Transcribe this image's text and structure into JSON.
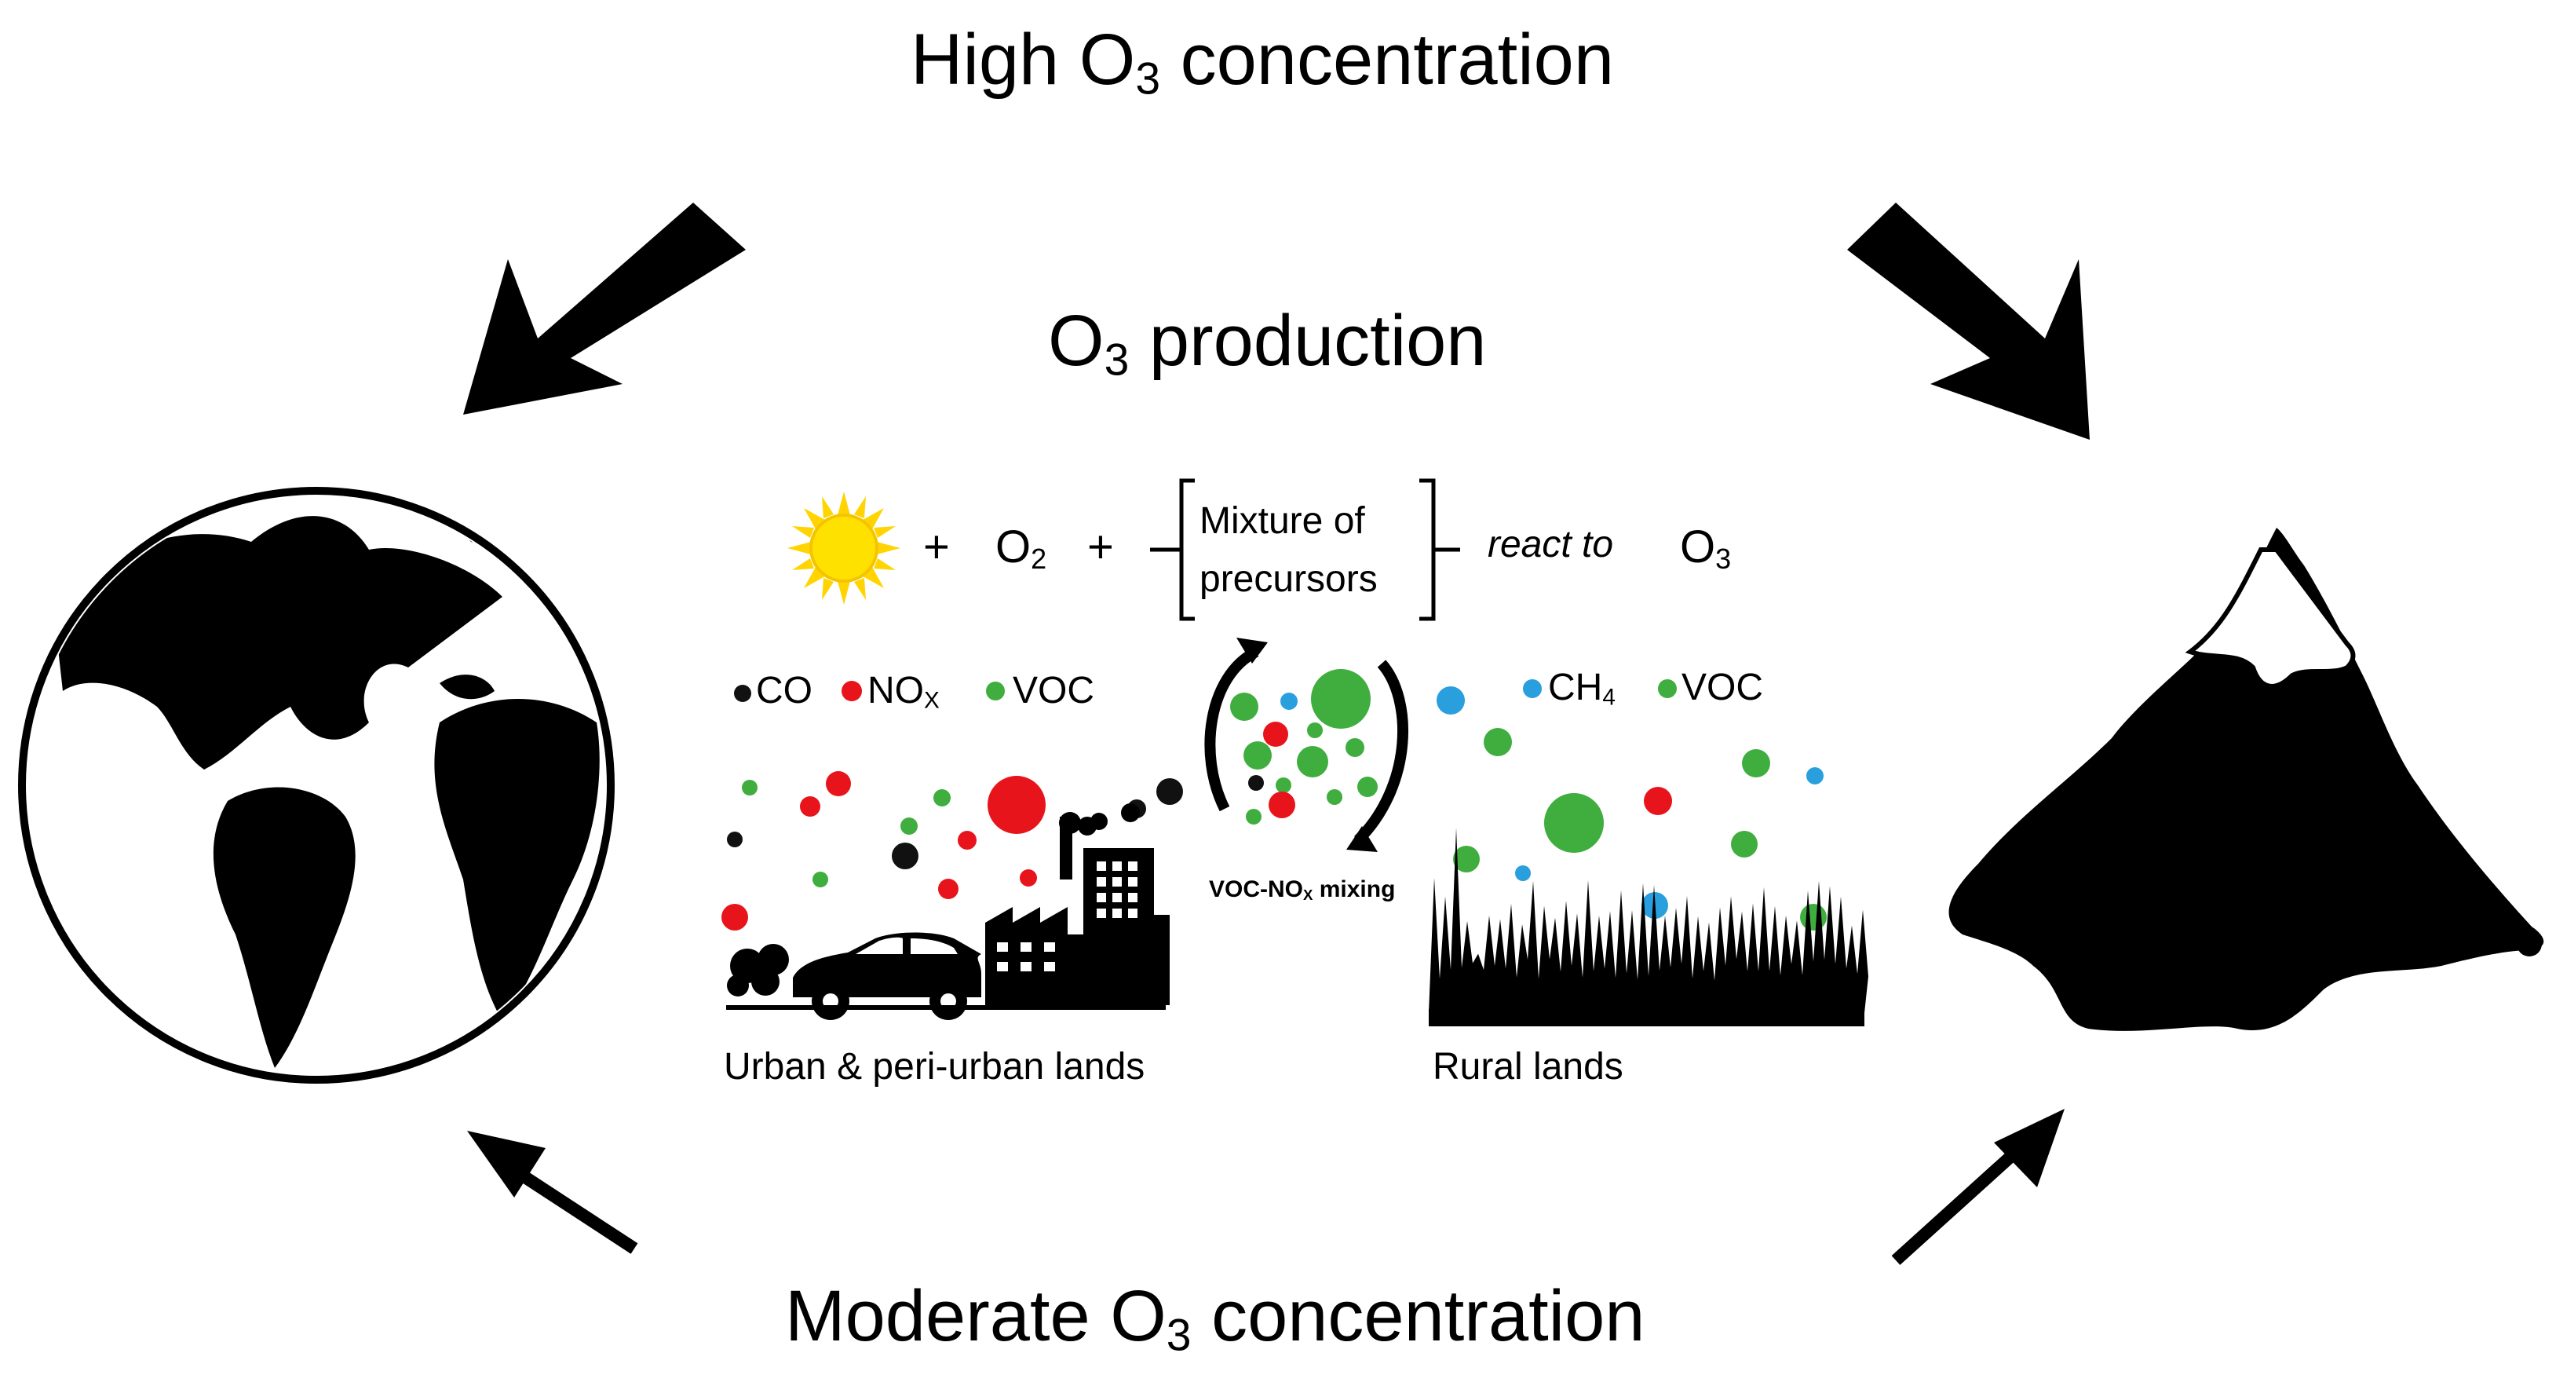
{
  "titles": {
    "top_pre": "High O",
    "top_sub": "3",
    "top_post": " concentration",
    "center_pre": "O",
    "center_sub": "3",
    "center_post": " production",
    "bottom_pre": "Moderate O",
    "bottom_sub": "3",
    "bottom_post": " concentration"
  },
  "equation": {
    "plus": "+",
    "o2_pre": "O",
    "o2_sub": "2",
    "mixture_line1": "Mixture of",
    "mixture_line2": "precursors",
    "react": "react to",
    "o3_pre": "O",
    "o3_sub": "3"
  },
  "urban_legend": {
    "co": "CO",
    "nox_pre": "NO",
    "nox_sub": "X",
    "voc": "VOC"
  },
  "rural_legend": {
    "ch4_pre": "CH",
    "ch4_sub": "4",
    "voc": "VOC"
  },
  "mixing": {
    "pre": "VOC-NO",
    "sub": "X",
    "post": " mixing"
  },
  "land_labels": {
    "urban": "Urban & peri-urban lands",
    "rural": "Rural lands"
  },
  "colors": {
    "co": "#111111",
    "nox": "#e8141c",
    "voc": "#3fae3f",
    "ch4": "#2a9fde",
    "sun": "#ffd400"
  },
  "icons": [
    "globe-icon",
    "mountain-icon",
    "sun-icon",
    "car-icon",
    "factory-icon",
    "forest-icon",
    "mixing-arrows-icon"
  ]
}
